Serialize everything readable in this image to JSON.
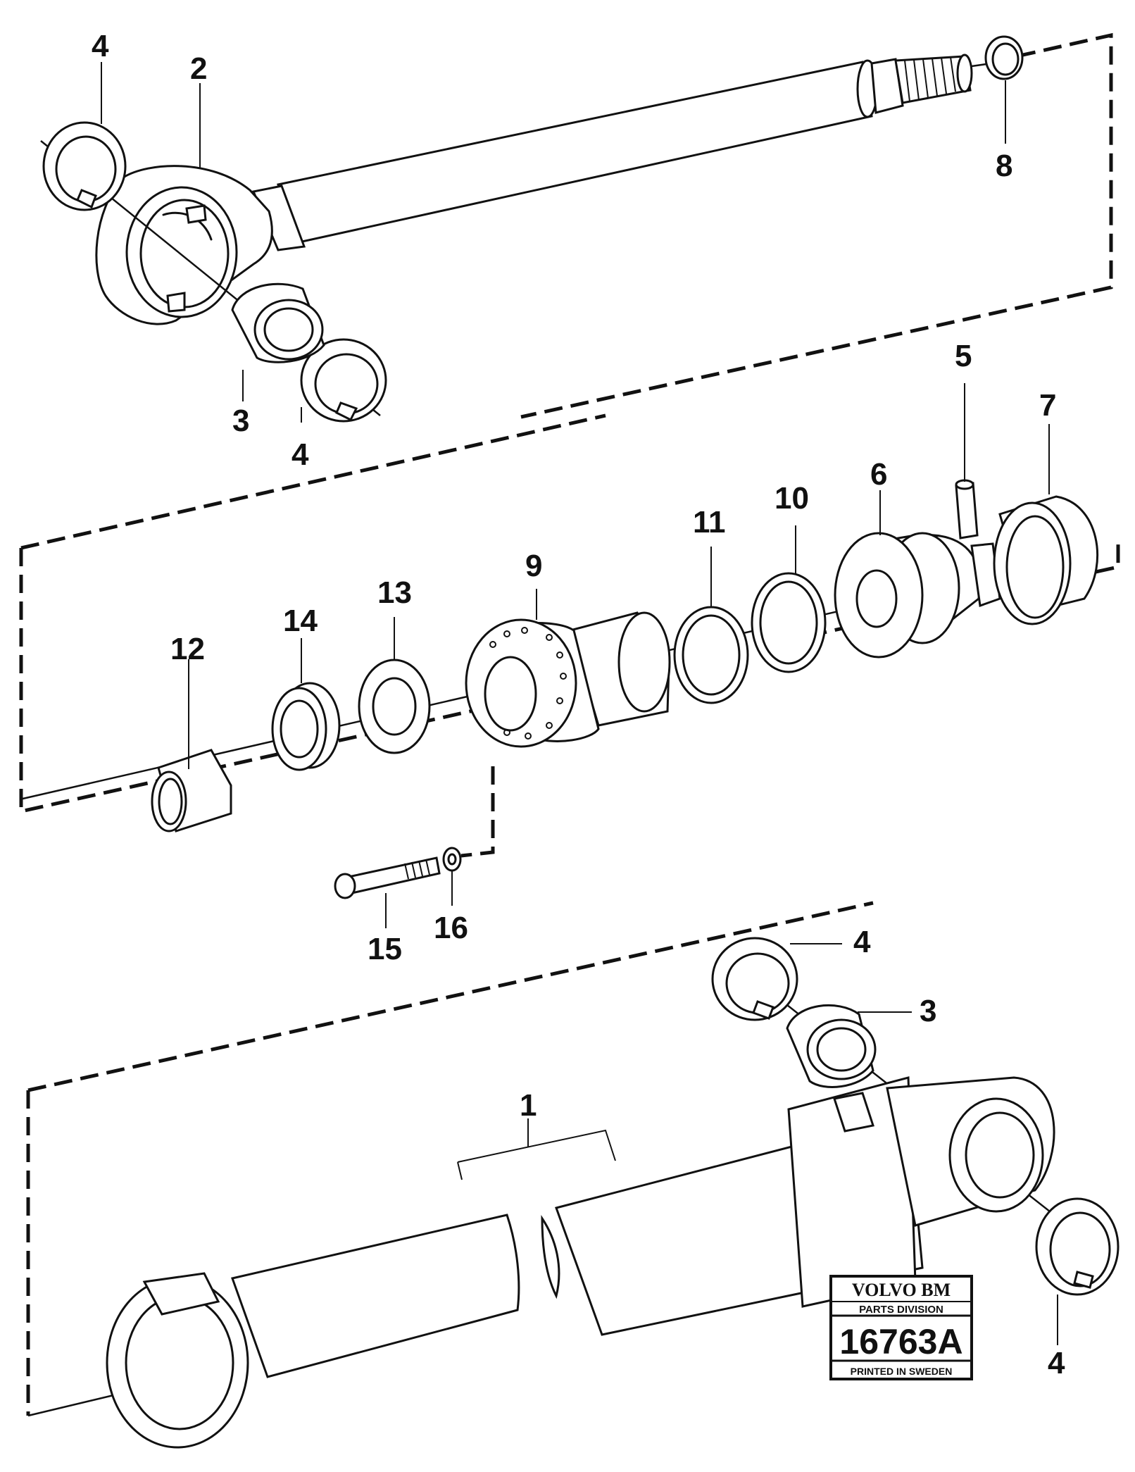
{
  "callouts": {
    "c4_top_left": "4",
    "c2": "2",
    "c8": "8",
    "c3_top": "3",
    "c4_top_mid": "4",
    "c5": "5",
    "c7": "7",
    "c6": "6",
    "c10": "10",
    "c11": "11",
    "c9": "9",
    "c13": "13",
    "c14": "14",
    "c12": "12",
    "c15": "15",
    "c16": "16",
    "c4_bottom_top": "4",
    "c3_bottom": "3",
    "c1": "1",
    "c4_bottom_right": "4"
  },
  "stamp": {
    "brand": "VOLVO BM",
    "division": "PARTS DIVISION",
    "number": "16763A",
    "printed": "PRINTED IN SWEDEN"
  }
}
